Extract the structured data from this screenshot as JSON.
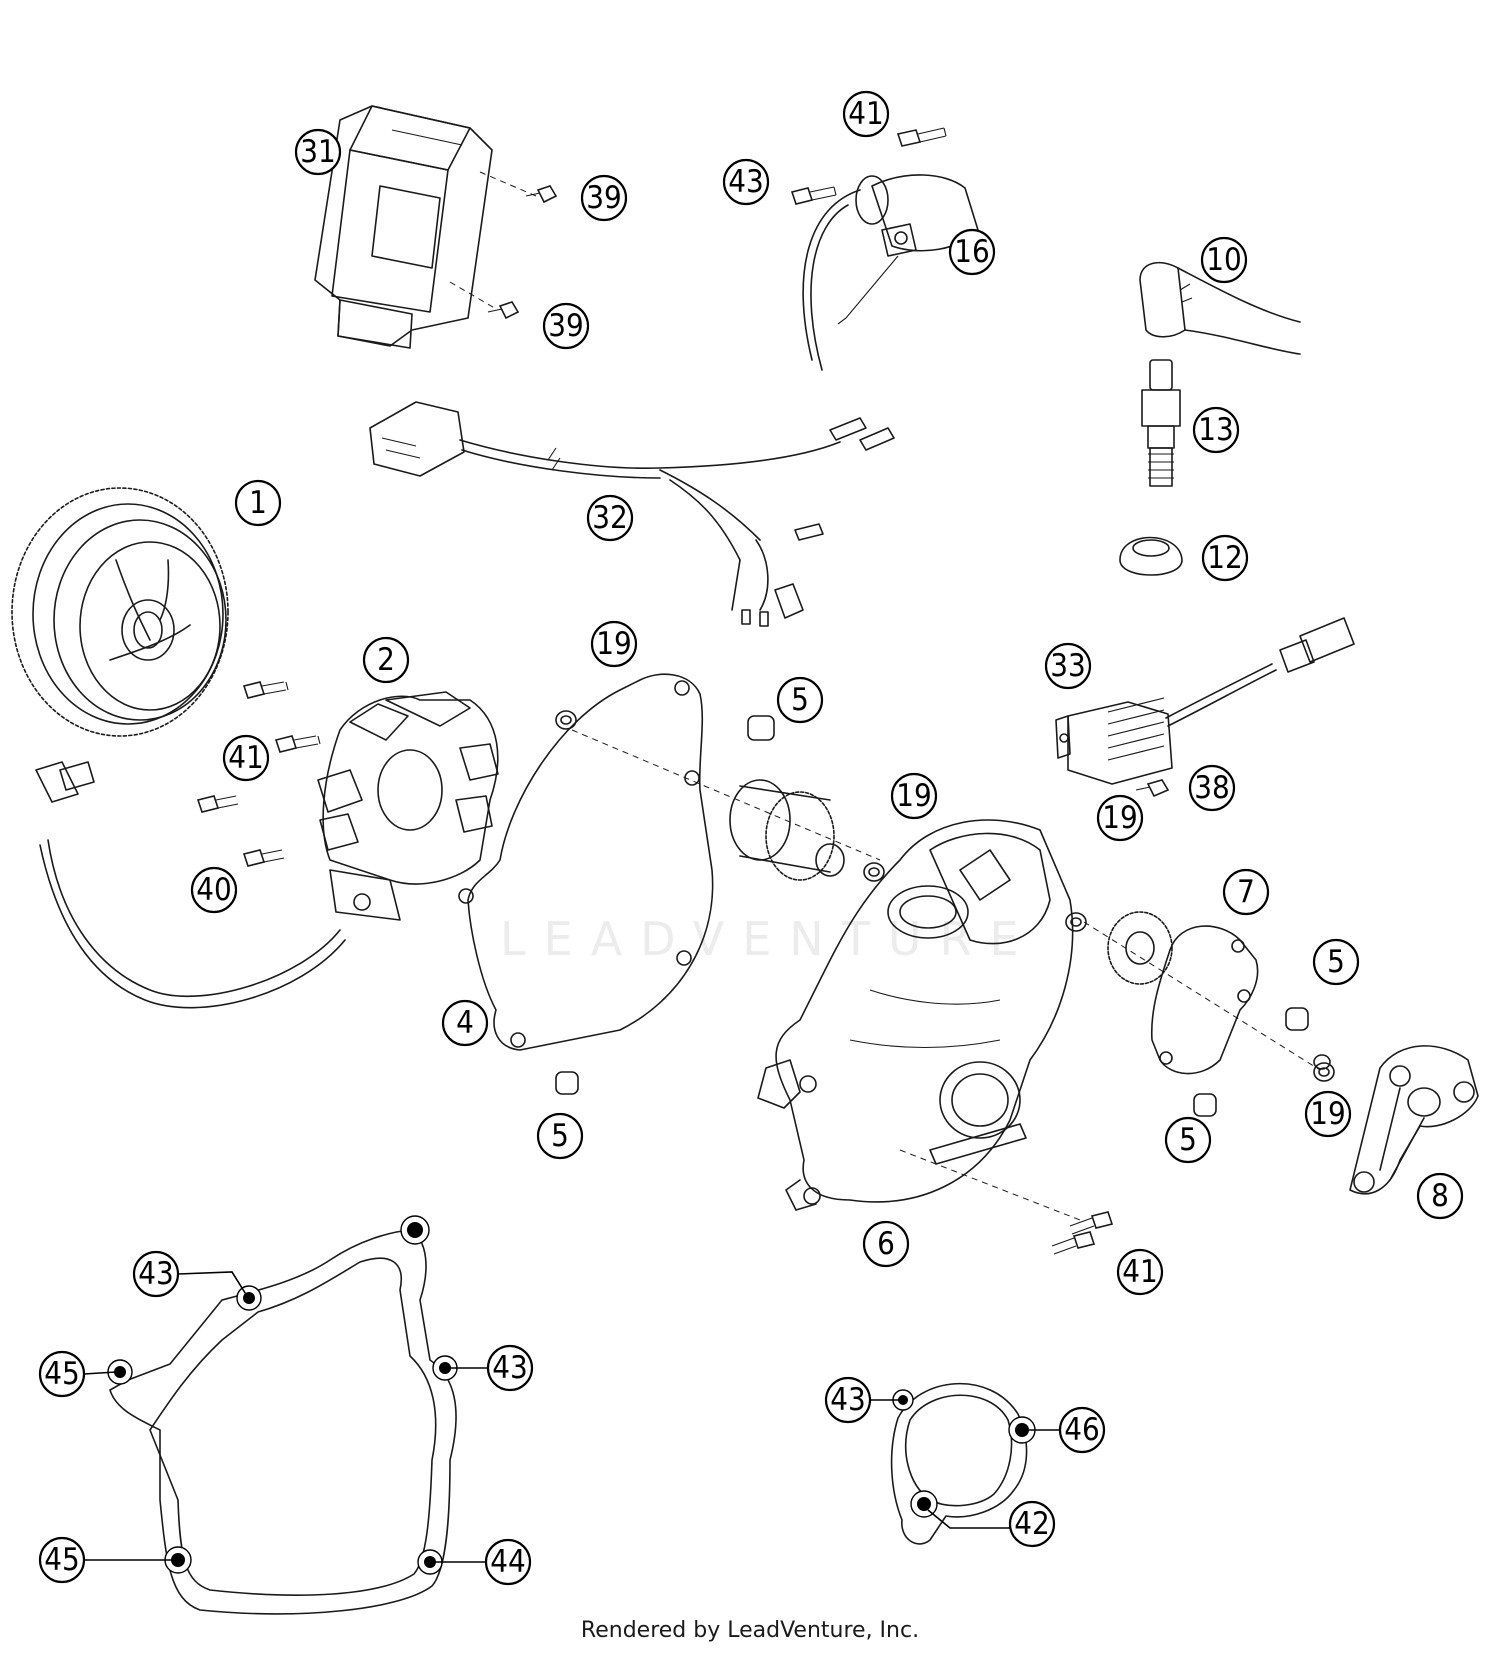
{
  "watermark": "LEADVENTURE",
  "footer": "Rendered by LeadVenture, Inc.",
  "callouts": [
    {
      "id": "c1",
      "label": "1"
    },
    {
      "id": "c2",
      "label": "2"
    },
    {
      "id": "c4",
      "label": "4"
    },
    {
      "id": "c5a",
      "label": "5"
    },
    {
      "id": "c5b",
      "label": "5"
    },
    {
      "id": "c5c",
      "label": "5"
    },
    {
      "id": "c5d",
      "label": "5"
    },
    {
      "id": "c6",
      "label": "6"
    },
    {
      "id": "c7",
      "label": "7"
    },
    {
      "id": "c8",
      "label": "8"
    },
    {
      "id": "c10",
      "label": "10"
    },
    {
      "id": "c12",
      "label": "12"
    },
    {
      "id": "c13",
      "label": "13"
    },
    {
      "id": "c16",
      "label": "16"
    },
    {
      "id": "c19a",
      "label": "19"
    },
    {
      "id": "c19b",
      "label": "19"
    },
    {
      "id": "c19c",
      "label": "19"
    },
    {
      "id": "c19d",
      "label": "19"
    },
    {
      "id": "c31",
      "label": "31"
    },
    {
      "id": "c32",
      "label": "32"
    },
    {
      "id": "c33",
      "label": "33"
    },
    {
      "id": "c38",
      "label": "38"
    },
    {
      "id": "c39a",
      "label": "39"
    },
    {
      "id": "c39b",
      "label": "39"
    },
    {
      "id": "c40",
      "label": "40"
    },
    {
      "id": "c41a",
      "label": "41"
    },
    {
      "id": "c41b",
      "label": "41"
    },
    {
      "id": "c41c",
      "label": "41"
    },
    {
      "id": "c43a",
      "label": "43"
    },
    {
      "id": "c43b",
      "label": "43"
    },
    {
      "id": "c43c",
      "label": "43"
    },
    {
      "id": "c43d",
      "label": "43"
    },
    {
      "id": "c44",
      "label": "44"
    },
    {
      "id": "c45a",
      "label": "45"
    },
    {
      "id": "c45b",
      "label": "45"
    },
    {
      "id": "c46",
      "label": "46"
    },
    {
      "id": "c42",
      "label": "42"
    }
  ]
}
